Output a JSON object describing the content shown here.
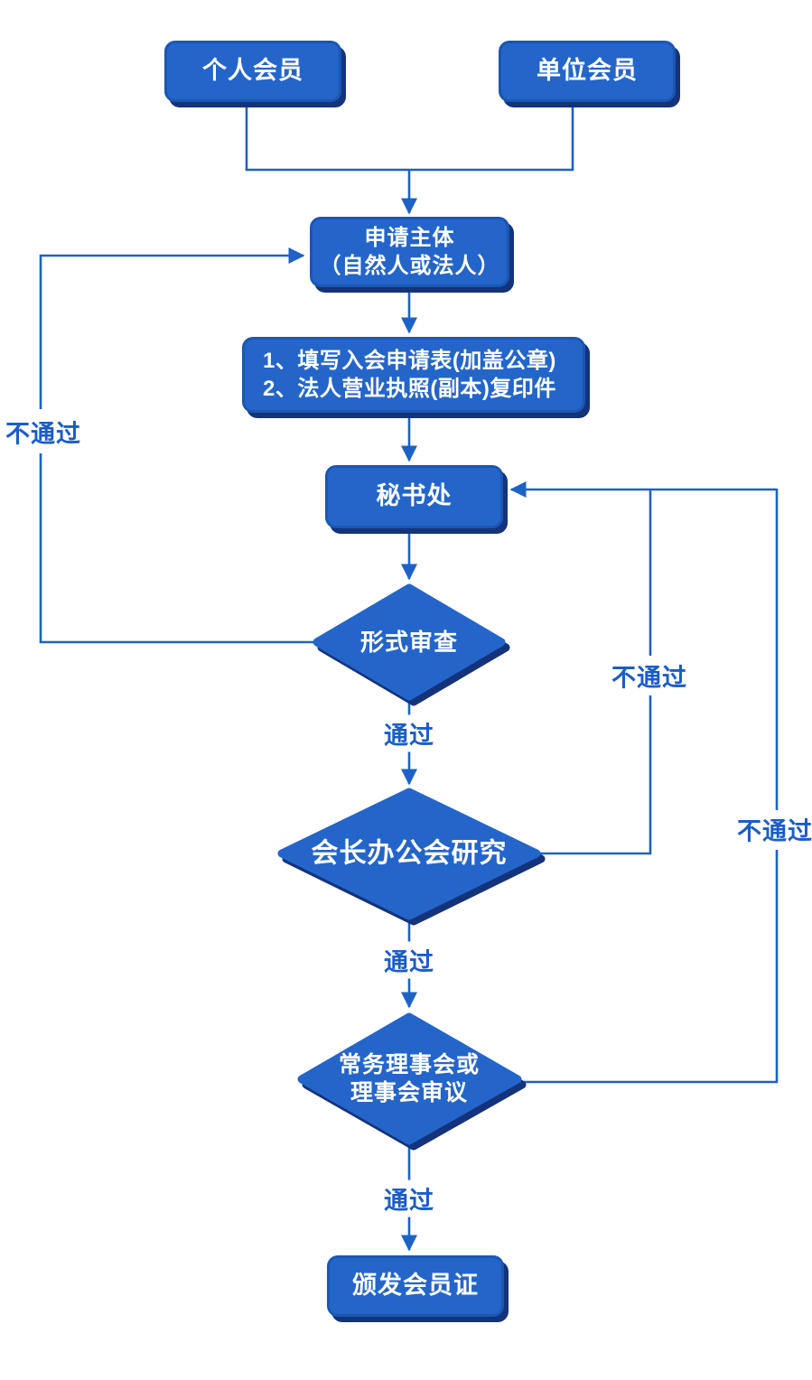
{
  "diagram": {
    "type": "flowchart",
    "nodes": {
      "individual_member": {
        "label": "个人会员"
      },
      "unit_member": {
        "label": "单位会员"
      },
      "applicant": {
        "line1": "申请主体",
        "line2": "（自然人或法人）"
      },
      "materials": {
        "line1": "1、填写入会申请表(加盖公章)",
        "line2": "2、法人营业执照(副本)复印件"
      },
      "secretariat": {
        "label": "秘书处"
      },
      "formal_review": {
        "label": "形式审查"
      },
      "president_office_meeting": {
        "label": "会长办公会研究"
      },
      "council_review": {
        "line1": "常务理事会或",
        "line2": "理事会审议"
      },
      "issue_certificate": {
        "label": "颁发会员证"
      }
    },
    "edge_labels": {
      "pass_after_formal_review": "通过",
      "pass_after_president_meeting": "通过",
      "pass_after_council_review": "通过",
      "fail_formal_review": "不通过",
      "fail_president_meeting": "不通过",
      "fail_council_review": "不通过"
    },
    "colors": {
      "node_fill": "#2465ca",
      "node_border": "#1b57b2",
      "node_shadow": "#14337b",
      "connector_line": "#1d62c6",
      "edge_label_text": "#1a5dc8",
      "node_text": "#ffffff",
      "background": "#ffffff"
    }
  }
}
